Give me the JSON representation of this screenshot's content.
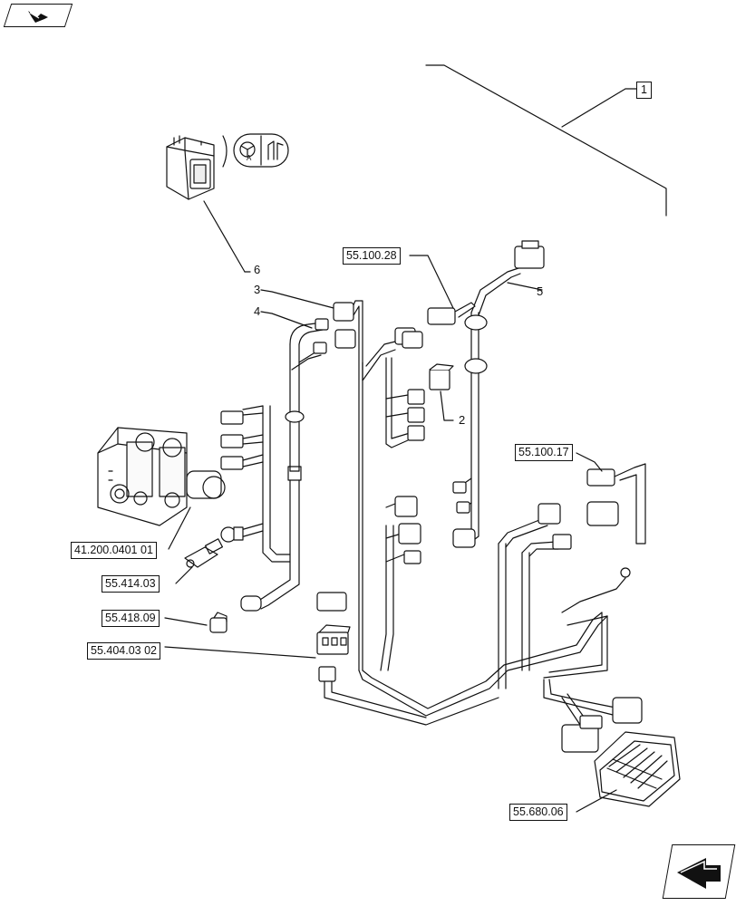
{
  "nav": {
    "top_icon": "back-arrow-icon",
    "bottom_icon": "next-page-arrow-icon"
  },
  "callouts": {
    "item_1": "1",
    "item_2": "2",
    "item_3": "3",
    "item_4": "4",
    "item_5": "5",
    "item_6": "6"
  },
  "references": {
    "ref_55_100_28": "55.100.28",
    "ref_55_100_17": "55.100.17",
    "ref_41_200_0401_01": "41.200.0401 01",
    "ref_55_414_03": "55.414.03",
    "ref_55_418_09": "55.418.09",
    "ref_55_404_03_02": "55.404.03 02",
    "ref_55_680_06": "55.680.06"
  },
  "switch_symbols": {
    "symbol_text": "A"
  }
}
